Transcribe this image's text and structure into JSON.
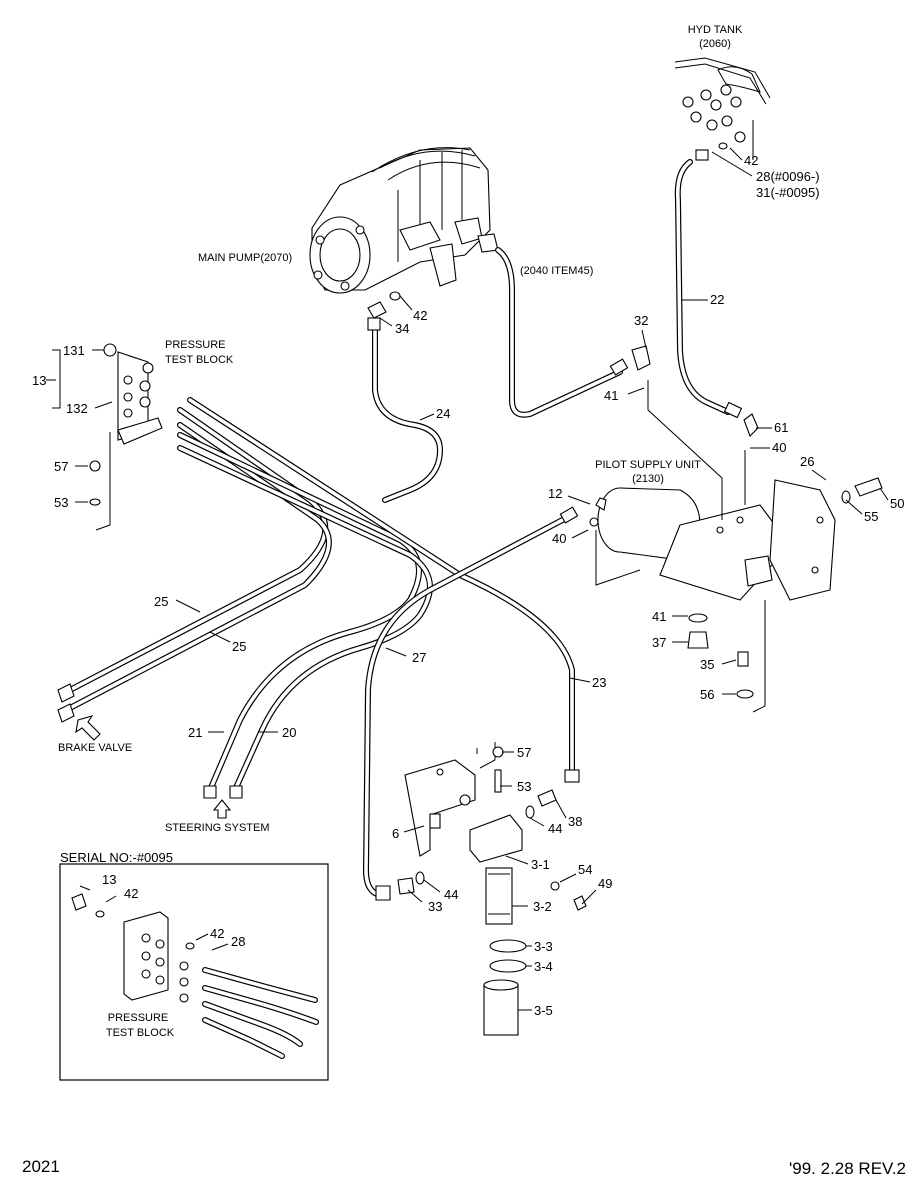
{
  "title_labels": {
    "hyd_tank": "HYD TANK",
    "hyd_tank_ref": "(2060)",
    "main_pump": "MAIN PUMP(2070)",
    "ref_2040": "(2040 ITEM45)",
    "pressure_test_block_l1": "PRESSURE",
    "pressure_test_block_l2": "TEST BLOCK",
    "pilot_supply_unit": "PILOT SUPPLY UNIT",
    "pilot_supply_ref": "(2130)",
    "brake_valve": "BRAKE VALVE",
    "steering_system": "STEERING SYSTEM"
  },
  "callouts": {
    "n42a": "42",
    "n28a": "28(#0096-)",
    "n31": "31(-#0095)",
    "n22": "22",
    "n61": "61",
    "n40a": "40",
    "n26": "26",
    "n50": "50",
    "n55": "55",
    "n32": "32",
    "n41a": "41",
    "n42b": "42",
    "n34": "34",
    "n24": "24",
    "n131": "131",
    "n13": "13",
    "n132": "132",
    "n57a": "57",
    "n53a": "53",
    "n12": "12",
    "n40b": "40",
    "n25a": "25",
    "n25b": "25",
    "n27": "27",
    "n23": "23",
    "n41b": "41",
    "n37": "37",
    "n35": "35",
    "n56": "56",
    "n21": "21",
    "n20": "20",
    "n57b": "57",
    "n53b": "53",
    "n6": "6",
    "n44a": "44",
    "n38": "38",
    "n3_1": "3-1",
    "n54": "54",
    "n49": "49",
    "n33": "33",
    "n44b": "44",
    "n3_2": "3-2",
    "n3_3": "3-3",
    "n3_4": "3-4",
    "n3_5": "3-5"
  },
  "inset": {
    "serial": "SERIAL NO:-#0095",
    "n13": "13",
    "n42a": "42",
    "n42b": "42",
    "n28": "28",
    "block_l1": "PRESSURE",
    "block_l2": "TEST BLOCK"
  },
  "footer": {
    "page_number": "2021",
    "revision": "'99. 2.28 REV.2"
  }
}
